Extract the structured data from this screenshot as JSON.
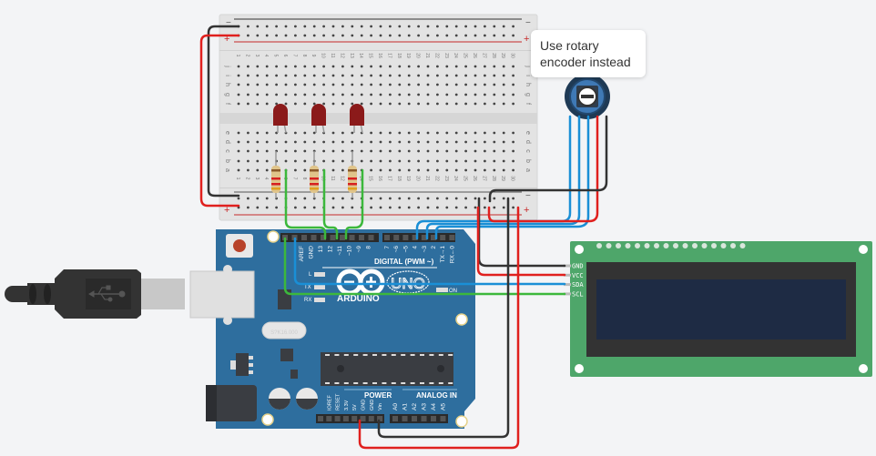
{
  "tooltip": {
    "line1": "Use rotary",
    "line2": "encoder instead"
  },
  "breadboard": {
    "rail_minus": "−",
    "rail_plus": "+",
    "column_count": 30,
    "rows_top": [
      "j",
      "i",
      "h",
      "g",
      "f"
    ],
    "rows_bottom": [
      "e",
      "d",
      "c",
      "b",
      "a"
    ],
    "leds": [
      {
        "name": "led-1",
        "color": "#8b1a1a"
      },
      {
        "name": "led-2",
        "color": "#8b1a1a"
      },
      {
        "name": "led-3",
        "color": "#8b1a1a"
      }
    ],
    "resistors": 3
  },
  "arduino": {
    "logo_text": "ARDUINO",
    "model_text": "UNO",
    "digital_label": "DIGITAL (PWM ~)",
    "digital_pins_left": [
      "AREF",
      "GND",
      "13",
      "12",
      "~11",
      "~10",
      "~9",
      "8"
    ],
    "digital_pins_right": [
      "7",
      "~6",
      "~5",
      "4",
      "~3",
      "2",
      "TX→1",
      "RX←0"
    ],
    "power_label": "POWER",
    "analog_label": "ANALOG IN",
    "power_pins": [
      "IOREF",
      "RESET",
      "3.3V",
      "5V",
      "GND",
      "GND",
      "Vin"
    ],
    "analog_pins": [
      "A0",
      "A1",
      "A2",
      "A3",
      "A4",
      "A5"
    ],
    "led_labels": [
      "L",
      "TX",
      "RX"
    ],
    "on_label": "ON",
    "crystal_text": "S?K16.000",
    "color": "#2e6e9e"
  },
  "lcd": {
    "pins": [
      "GND",
      "VCC",
      "SDA",
      "SCL"
    ],
    "header_dots": 16,
    "board_color": "#4ea66a",
    "screen_color": "#1e2b44"
  },
  "wires": {
    "colors": {
      "ground": "#333333",
      "power": "#e0201e",
      "sda": "#1a8fd6",
      "scl": "#3cb83c"
    }
  }
}
